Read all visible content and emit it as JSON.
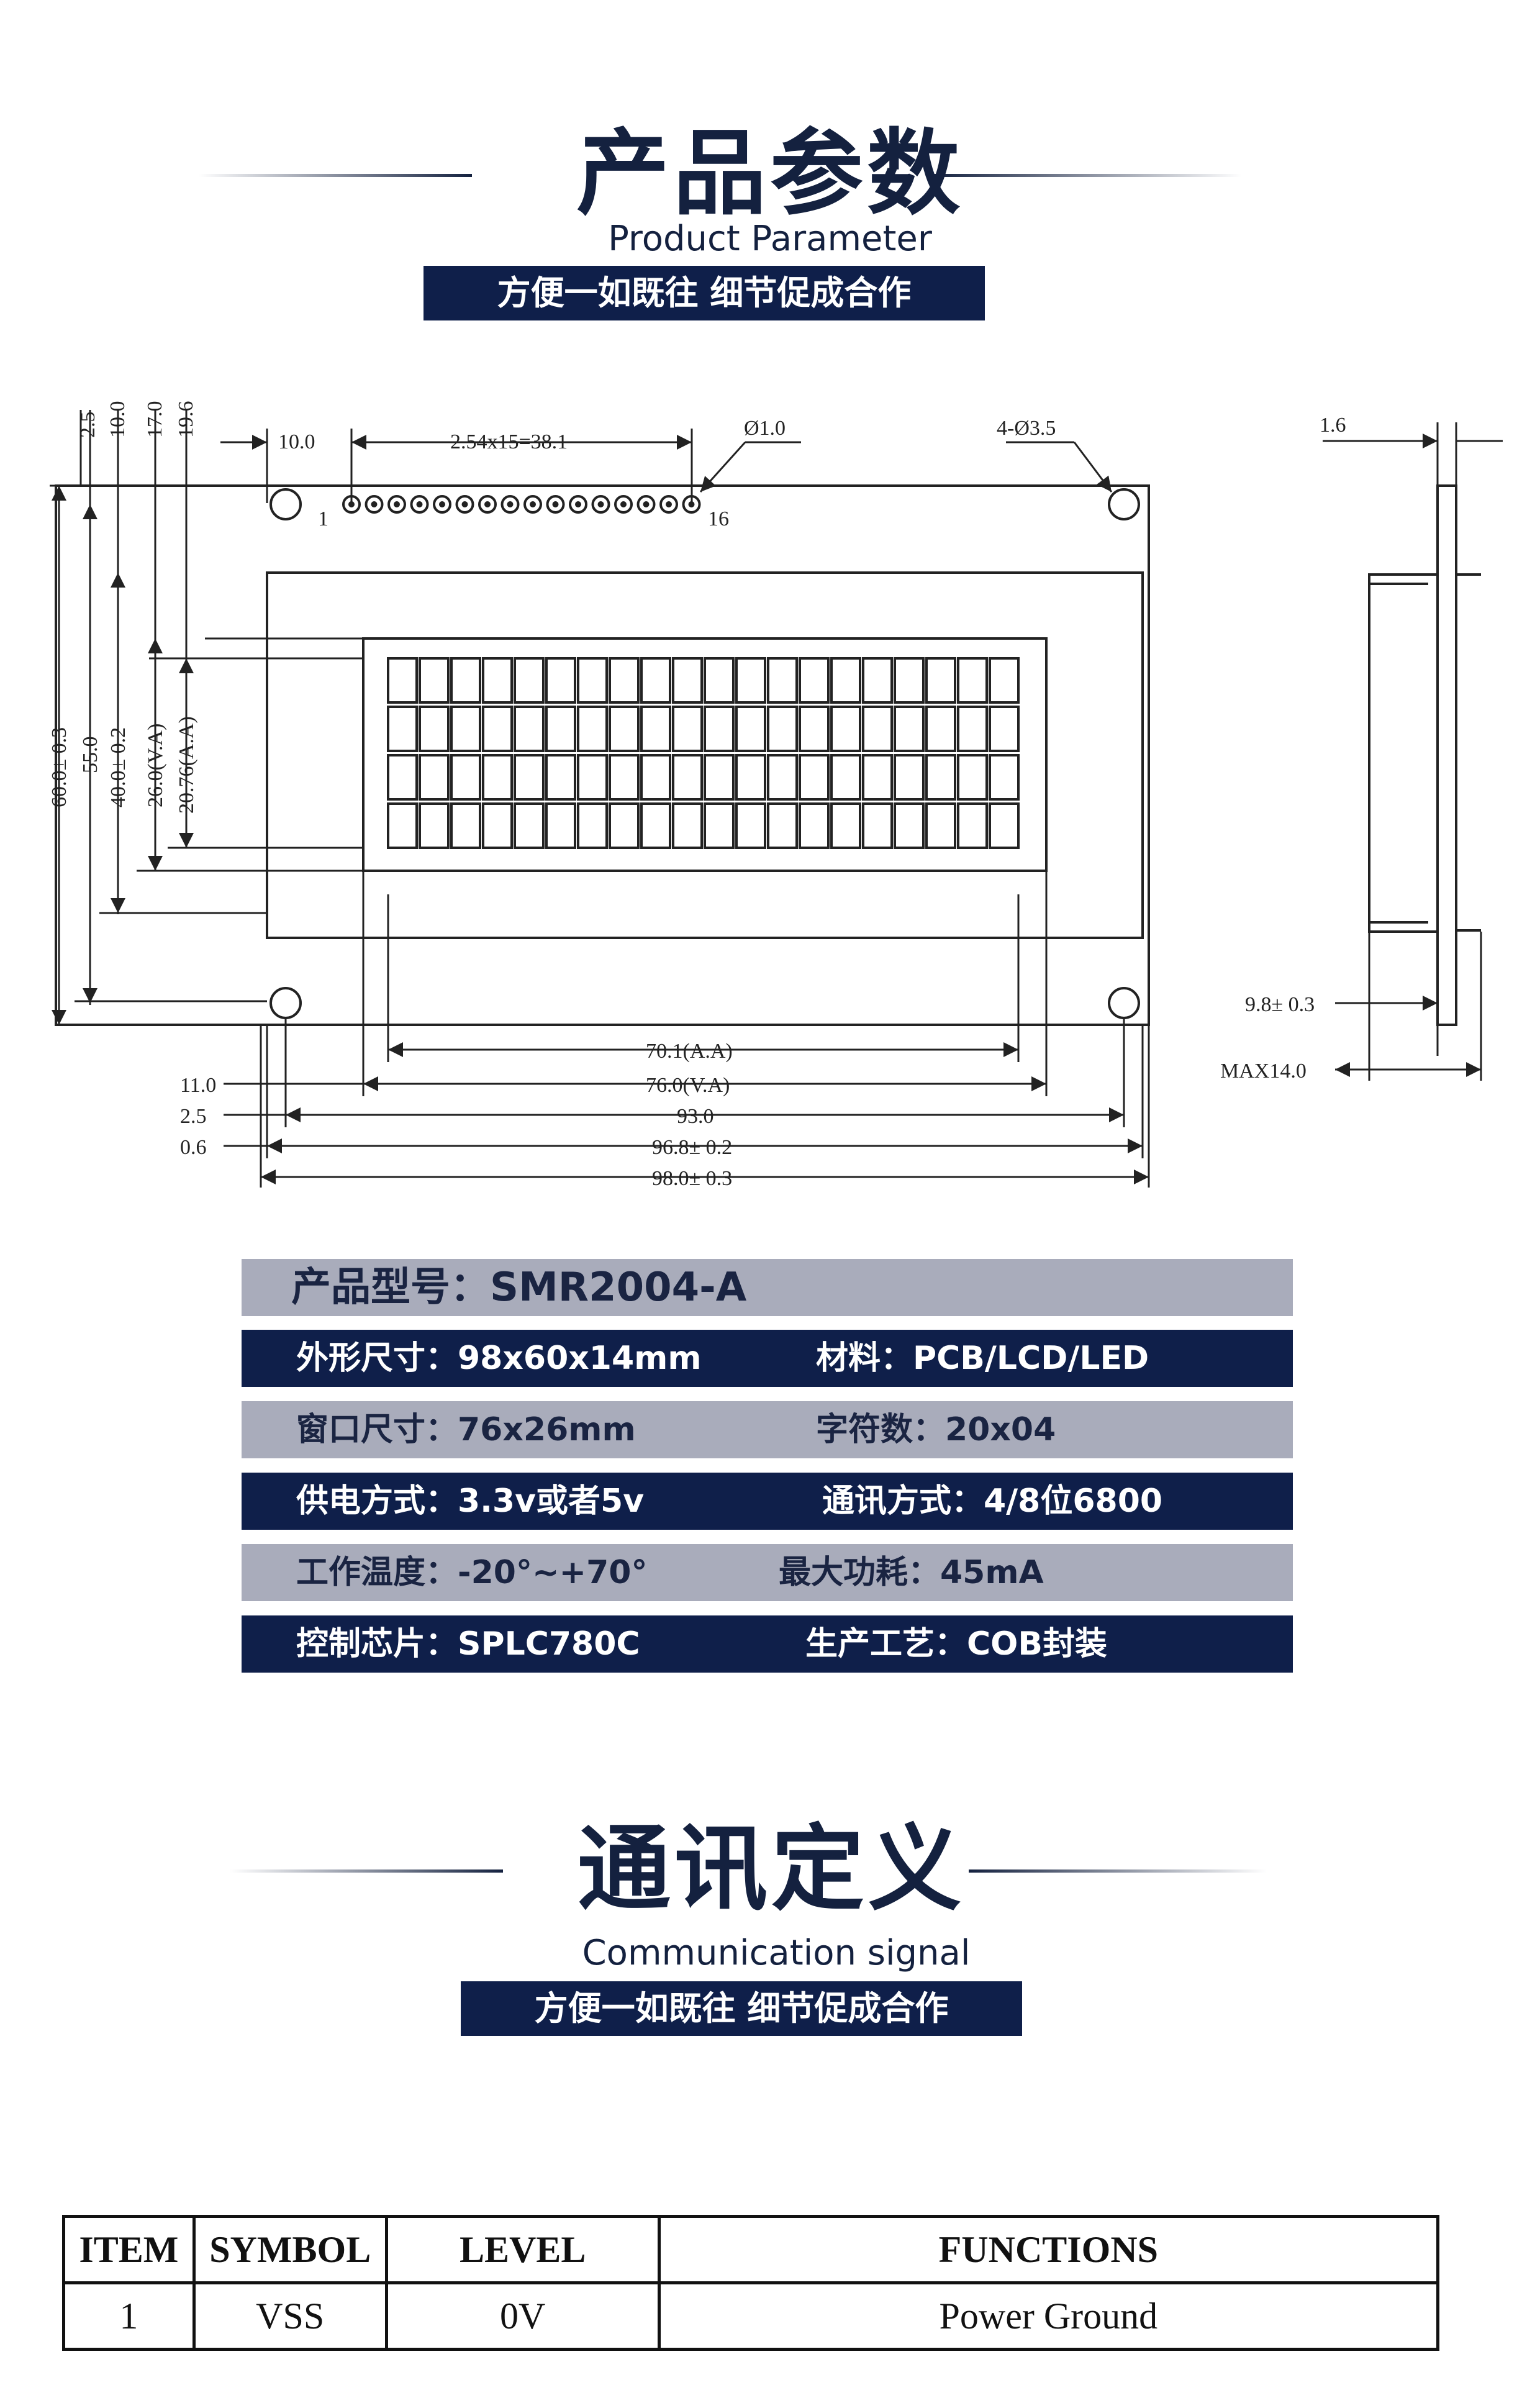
{
  "section1": {
    "title_cn": "产品参数",
    "title_en": "Product Parameter",
    "banner": "方便一如既往  细节促成合作"
  },
  "drawing": {
    "left_dims": [
      "2.5",
      "10.0",
      "17.0",
      "19.6"
    ],
    "vertical_dims": [
      "60.0± 0.3",
      "55.0",
      "40.0± 0.2",
      "26.0(V.A)",
      "20.76(A.A)"
    ],
    "top_dims": {
      "offset": "10.0",
      "pin_pitch": "2.54x15=38.1",
      "pin_hole": "Ø1.0",
      "mount_holes": "4-Ø3.5",
      "pin_first": "1",
      "pin_last": "16"
    },
    "bottom_dims": [
      {
        "left": "",
        "center": "70.1(A.A)"
      },
      {
        "left": "11.0",
        "center": "76.0(V.A)"
      },
      {
        "left": "2.5",
        "center": "93.0"
      },
      {
        "left": "0.6",
        "center": "96.8± 0.2"
      },
      {
        "left": "",
        "center": "98.0± 0.3"
      }
    ],
    "side_dims": {
      "top": "1.6",
      "mid": "9.8± 0.3",
      "bottom": "MAX14.0"
    },
    "char_cols": 20,
    "char_rows": 4
  },
  "specs": {
    "model": "产品型号：SMR2004-A",
    "rows": [
      {
        "left": "外形尺寸：98x60x14mm",
        "right": "材料：PCB/LCD/LED",
        "style": "dark"
      },
      {
        "left": "窗口尺寸：76x26mm",
        "right": "字符数：20x04",
        "style": "light"
      },
      {
        "left": "供电方式：3.3v或者5v",
        "right": "通讯方式：4/8位6800",
        "style": "dark"
      },
      {
        "left": "工作温度：-20°~+70°",
        "right": "最大功耗：45mA",
        "style": "light"
      },
      {
        "left": "控制芯片：SPLC780C",
        "right": "生产工艺：COB封装",
        "style": "dark"
      }
    ]
  },
  "section2": {
    "title_cn": "通讯定义",
    "title_en": "Communication signal",
    "banner": "方便一如既往  细节促成合作"
  },
  "pin_table": {
    "headers": [
      "ITEM",
      "SYMBOL",
      "LEVEL",
      "FUNCTIONS"
    ],
    "rows": [
      {
        "item": "1",
        "symbol": "VSS",
        "level": "0V",
        "function": "Power Ground"
      }
    ]
  },
  "colors": {
    "navy": "#0f1f4a",
    "gray_row": "#a9acbb"
  }
}
